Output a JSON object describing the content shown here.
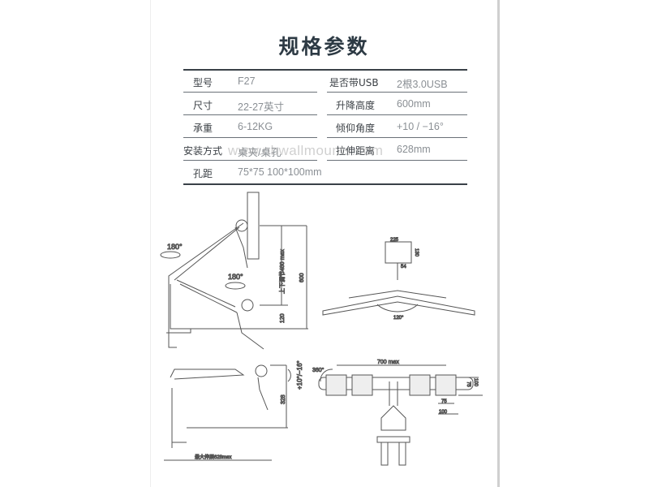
{
  "title": "规格参数",
  "specs": [
    {
      "label": "型号",
      "value": "F27",
      "label2": "是否带USB",
      "value2": "2根3.0USB"
    },
    {
      "label": "尺寸",
      "value": "22-27英寸",
      "label2": "升降高度",
      "value2": "600mm"
    },
    {
      "label": "承重",
      "value": "6-12KG",
      "label2": "倾仰角度",
      "value2": "+10 / −16°"
    },
    {
      "label": "安装方式",
      "value": "桌夹/桌孔",
      "label2": "拉伸距离",
      "value2": "628mm"
    },
    {
      "label": "孔距",
      "value": "75*75 100*100mm"
    }
  ],
  "watermark": "www.nbwallmounts.com",
  "diagrams": {
    "side": {
      "rot1": "180°",
      "rot2": "180°",
      "adjust": "上下调节480 max",
      "height": "600",
      "low": "120"
    },
    "top": {
      "w": "225",
      "h": "130",
      "d": "54",
      "angle": "120°"
    },
    "extended": {
      "tilt": "+10°/−16°",
      "height": "328",
      "reach": "最大伸展628max"
    },
    "front": {
      "rot": "360°",
      "span": "700 max",
      "v75": "75",
      "v100": "100",
      "h75": "75",
      "h100": "100"
    }
  }
}
